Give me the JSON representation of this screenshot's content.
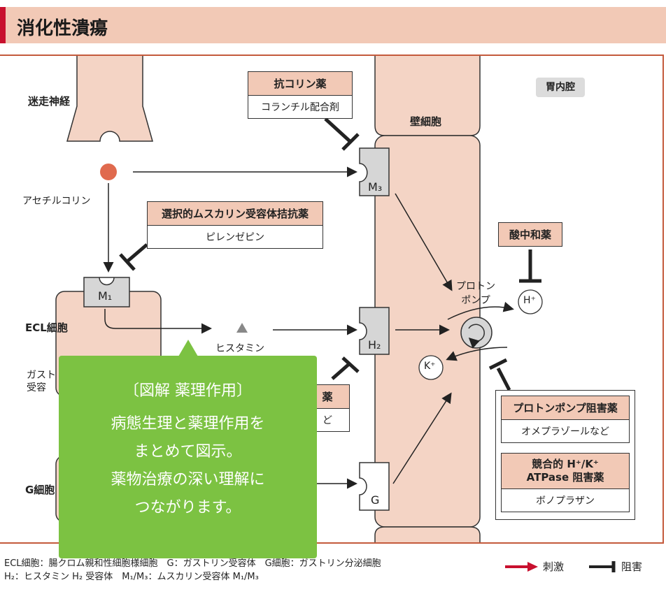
{
  "header": {
    "title": "消化性潰瘍"
  },
  "labels": {
    "vagus": "迷走神経",
    "ach": "アセチルコリン",
    "ecl": "ECL細胞",
    "gastrin_rec": "ガスト\n受容",
    "g_cell": "G細胞",
    "histamine": "ヒスタミン",
    "parietal": "壁細胞",
    "lumen": "胃内腔",
    "pump": "プロトン\nポンプ",
    "h_ion": "H⁺",
    "k_ion": "K⁺",
    "m1": "M₁",
    "m3": "M₃",
    "h2": "H₂",
    "g": "G"
  },
  "drugs": {
    "anticholinergic": {
      "category": "抗コリン薬",
      "example": "コランチル配合剤"
    },
    "selective_m": {
      "category": "選択的ムスカリン受容体拮抗薬",
      "example": "ピレンゼピン"
    },
    "antacid": {
      "category": "酸中和薬"
    },
    "h2_partial": {
      "category": "薬",
      "example": "ど"
    },
    "ppi": {
      "category": "プロトンポンプ阻害薬",
      "example": "オメプラゾールなど"
    },
    "pcab": {
      "category": "競合的 H⁺/K⁺\nATPase 阻害薬",
      "example": "ボノプラザン"
    }
  },
  "footer": {
    "line1": "ECL細胞：腸クロム親和性細胞様細胞　G：ガストリン受容体　G細胞：ガストリン分泌細胞",
    "line2": "H₂：ヒスタミン H₂ 受容体　M₁/M₃：ムスカリン受容体 M₁/M₃"
  },
  "legend": {
    "stimulate": "刺激",
    "inhibit": "阻害"
  },
  "overlay": {
    "title": "〔図解 薬理作用〕",
    "body": [
      "病態生理と薬理作用を",
      "まとめて図示。",
      "薬物治療の深い理解に",
      "つながります。"
    ]
  },
  "colors": {
    "accent": "#c8102e",
    "cell": "#f4d4c5",
    "overlay": "#7cc242"
  }
}
